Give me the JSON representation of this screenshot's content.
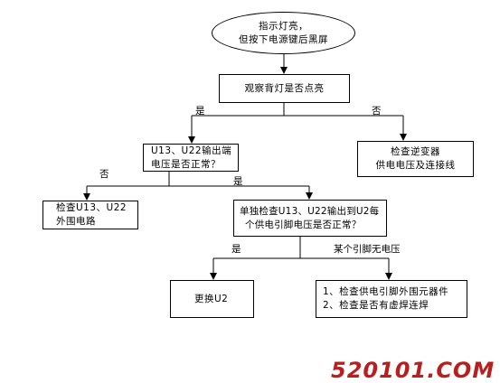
{
  "nodes": {
    "start": {
      "lines": [
        "指示灯亮，",
        "但按下电源键后黑屏"
      ]
    },
    "observe_backlight": {
      "lines": [
        "观察背灯是否点亮"
      ]
    },
    "check_u13_u22_output": {
      "lines": [
        "U13、U22输出端",
        "电压是否正常？"
      ]
    },
    "check_inverter": {
      "lines": [
        "检查逆变器",
        "供电电压及连接线"
      ]
    },
    "check_u13_u22_peripheral": {
      "lines": [
        "检查U13、U22",
        "外围电路"
      ]
    },
    "check_u2_pins": {
      "lines": [
        "单独检查U13、U22输出到U2每",
        "个供电引脚电压是否正常？"
      ]
    },
    "replace_u2": {
      "lines": [
        "更换U2"
      ]
    },
    "check_components": {
      "lines": [
        "1、检查供电引脚外围元器件",
        "2、检查是否有虚焊连焊"
      ]
    }
  },
  "edge_labels": {
    "backlight_yes": "是",
    "backlight_no": "否",
    "output_no": "否",
    "output_yes": "是",
    "pins_yes": "是",
    "pins_no_voltage": "某个引脚无电压"
  },
  "watermark": "520101.COM",
  "colors": {
    "line": "#000000",
    "watermark": "#b82020"
  }
}
